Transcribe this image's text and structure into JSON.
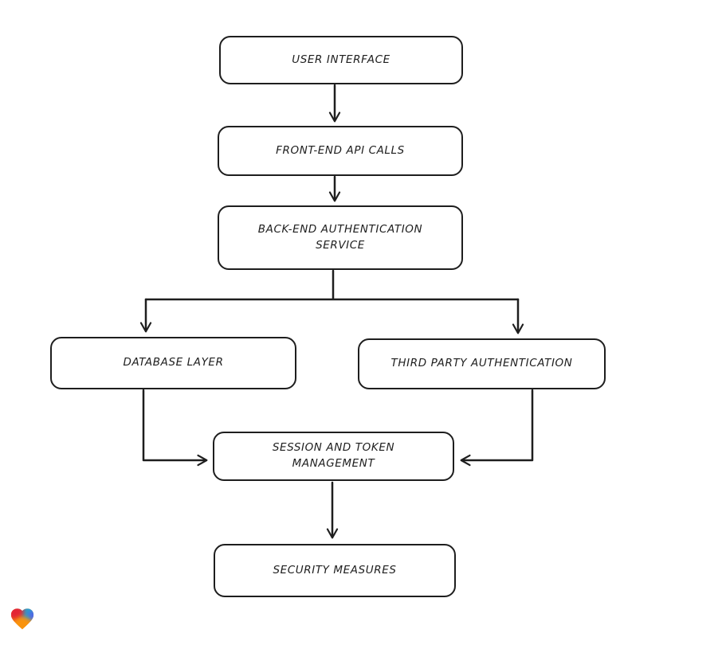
{
  "diagram": {
    "type": "flowchart",
    "style": "hand-drawn",
    "stroke_color": "#1e1e1e",
    "box_fill": "#ffffff",
    "background": "#ffffff",
    "nodes": [
      {
        "id": "user-interface",
        "label": "USER INTERFACE"
      },
      {
        "id": "front-end-api-calls",
        "label": "FRONT-END API CALLS"
      },
      {
        "id": "back-end-authentication-service",
        "label": "BACK-END AUTHENTICATION\nSERVICE"
      },
      {
        "id": "database-layer",
        "label": "DATABASE LAYER"
      },
      {
        "id": "third-party-authentication",
        "label": "THIRD PARTY AUTHENTICATION"
      },
      {
        "id": "session-and-token-management",
        "label": "SESSION AND TOKEN\nMANAGEMENT"
      },
      {
        "id": "security-measures",
        "label": "SECURITY MEASURES"
      }
    ],
    "edges": [
      {
        "from": "user-interface",
        "to": "front-end-api-calls"
      },
      {
        "from": "front-end-api-calls",
        "to": "back-end-authentication-service"
      },
      {
        "from": "back-end-authentication-service",
        "to": "database-layer"
      },
      {
        "from": "back-end-authentication-service",
        "to": "third-party-authentication"
      },
      {
        "from": "database-layer",
        "to": "session-and-token-management"
      },
      {
        "from": "third-party-authentication",
        "to": "session-and-token-management"
      },
      {
        "from": "session-and-token-management",
        "to": "security-measures"
      }
    ]
  },
  "logo": {
    "icon": "gradient-heart-icon",
    "colors": {
      "red": "#e32636",
      "teal": "#27a3cd",
      "indigo": "#4f68e8",
      "orange": "#f9930b"
    }
  }
}
